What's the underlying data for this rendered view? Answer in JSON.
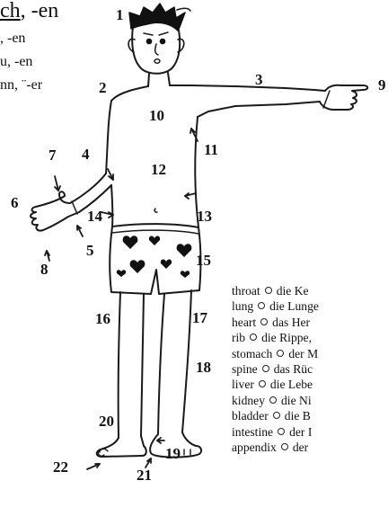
{
  "header": {
    "line1_word": "ch",
    "line1_suffix": ", -en",
    "line2": ", -en",
    "line3": "u, -en",
    "line4": "nn, ¨-er"
  },
  "labels": [
    "1",
    "2",
    "3",
    "4",
    "5",
    "6",
    "7",
    "8",
    "9",
    "10",
    "11",
    "12",
    "13",
    "14",
    "15",
    "16",
    "17",
    "18",
    "19",
    "20",
    "21",
    "22"
  ],
  "vocabulary": [
    {
      "english": "throat",
      "german": "die Ke"
    },
    {
      "english": "lung",
      "german": "die Lunge"
    },
    {
      "english": "heart",
      "german": "das Her"
    },
    {
      "english": "rib",
      "german": "die Rippe,"
    },
    {
      "english": "stomach",
      "german": "der M"
    },
    {
      "english": "spine",
      "german": "das Rüc"
    },
    {
      "english": "liver",
      "german": "die Lebe"
    },
    {
      "english": "kidney",
      "german": "die Ni"
    },
    {
      "english": "bladder",
      "german": "die B"
    },
    {
      "english": "intestine",
      "german": "der I"
    },
    {
      "english": "appendix",
      "german": "der"
    }
  ]
}
